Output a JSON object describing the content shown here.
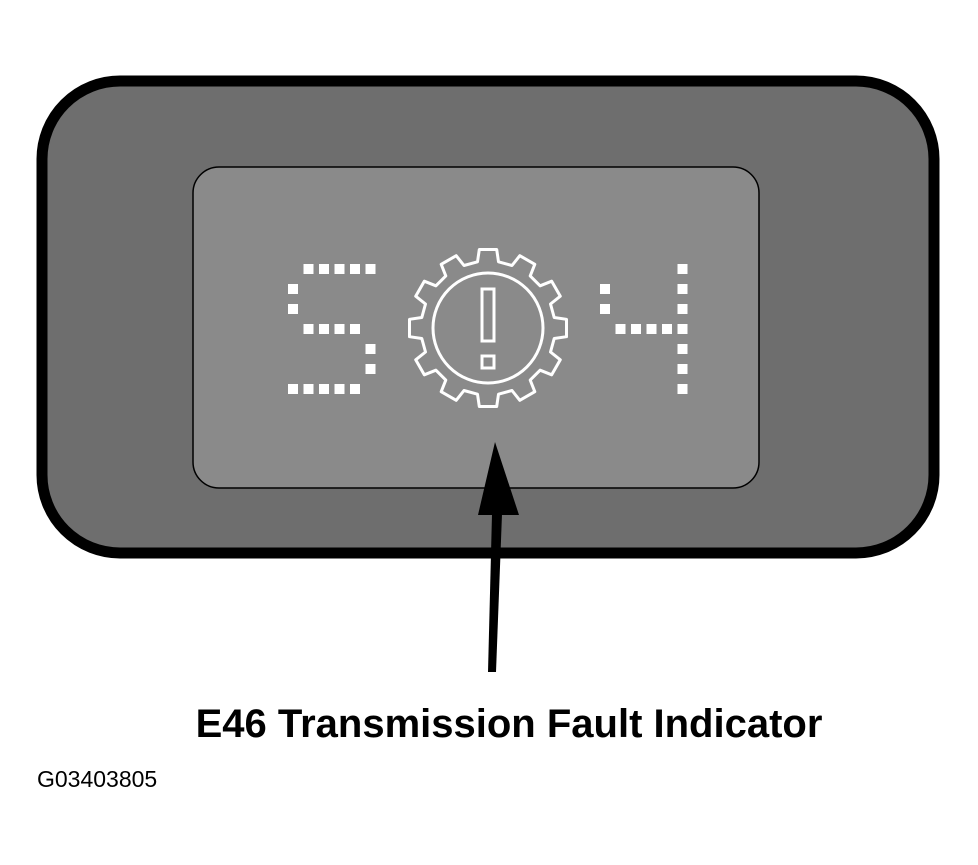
{
  "diagram": {
    "caption": "E46 Transmission Fault Indicator",
    "figure_id": "G03403805",
    "display": {
      "left_char": "S",
      "right_char": "4",
      "icon": "gear-warning-icon"
    },
    "colors": {
      "housing": "#6e6e6e",
      "screen": "#8a8a8a",
      "segment": "#ffffff",
      "outline": "#000000"
    }
  }
}
